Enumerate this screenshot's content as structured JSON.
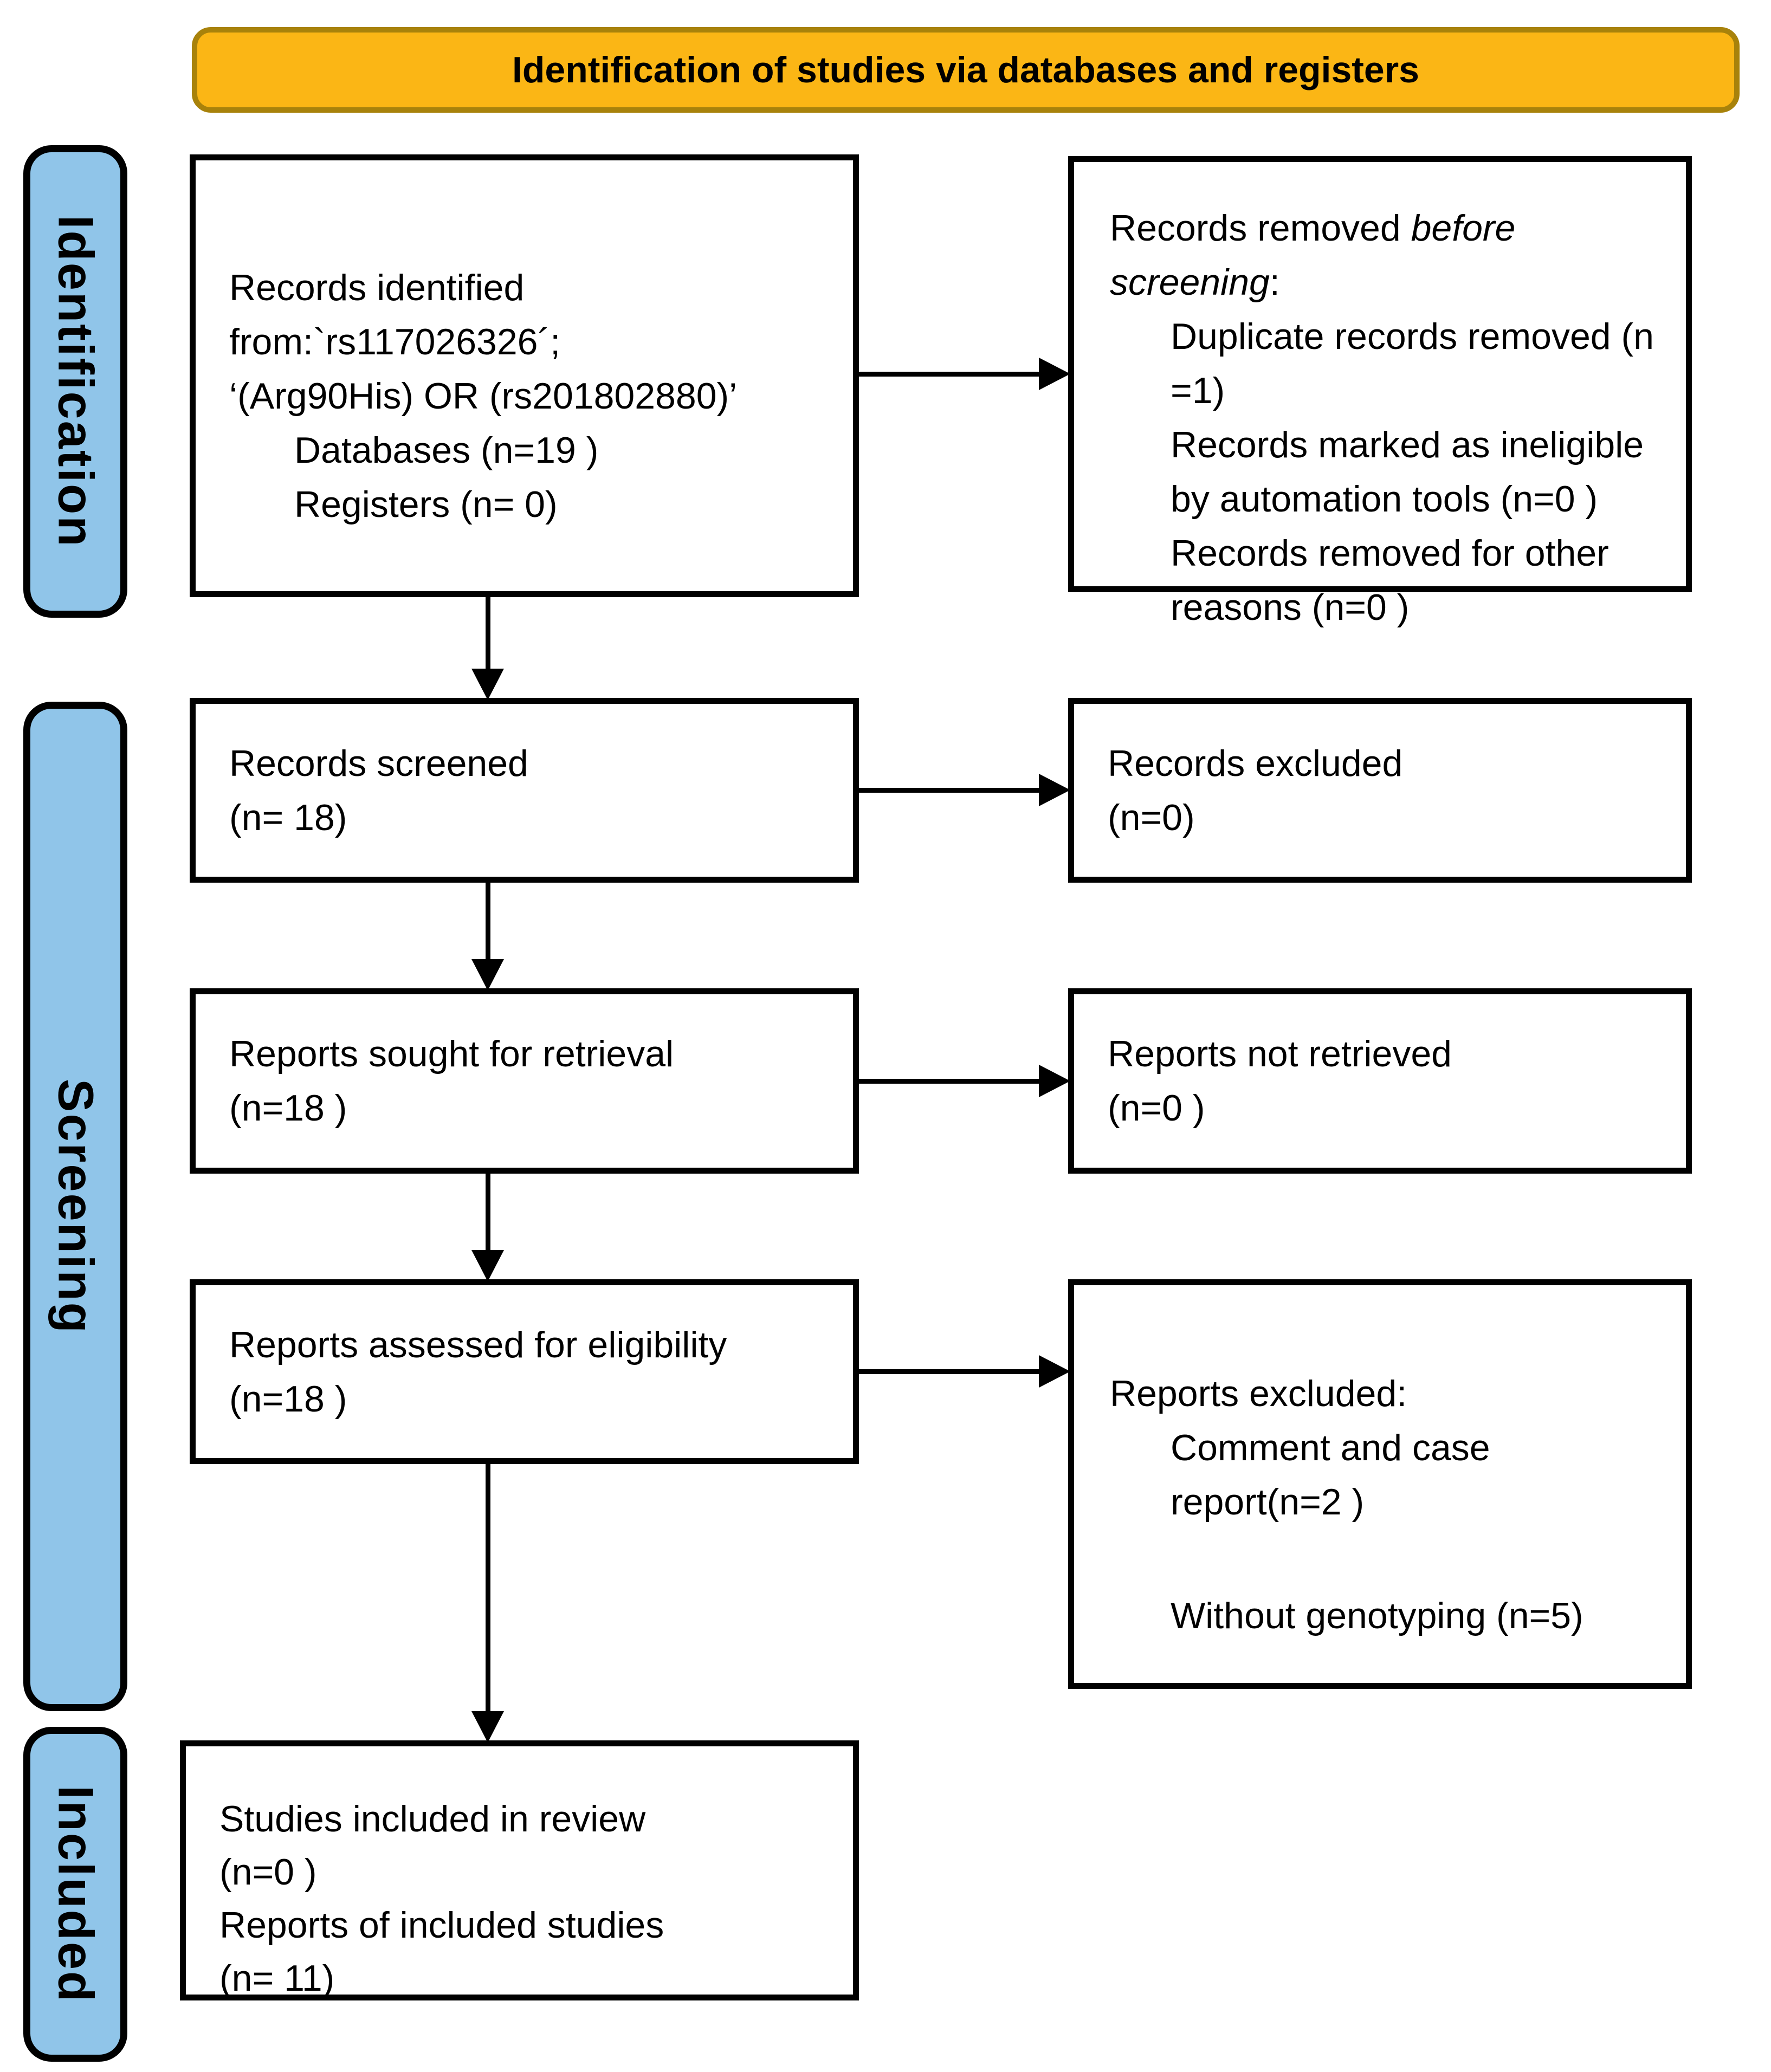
{
  "banner": {
    "title": "Identification of studies via databases and registers"
  },
  "sidebar": {
    "identification": "Identification",
    "screening": "Screening",
    "included": "Included"
  },
  "boxes": {
    "records_identified": {
      "lines": [
        "Records identified",
        "from:`rs117026326´;",
        "‘(Arg90His) OR (rs201802880)’"
      ],
      "indented_lines": [
        "Databases (n=19 )",
        "Registers (n= 0)"
      ]
    },
    "records_removed": {
      "prefix": "Records removed ",
      "italic": "before screening",
      "suffix": ":",
      "items": [
        "Duplicate records removed (n =1)",
        "Records marked as ineligible by automation tools (n=0 )",
        "Records removed for other reasons (n=0 )"
      ]
    },
    "records_screened": {
      "lines": [
        "Records screened",
        "(n= 18)"
      ]
    },
    "records_excluded": {
      "lines": [
        "Records excluded",
        "(n=0)"
      ]
    },
    "reports_sought": {
      "lines": [
        "Reports sought for retrieval",
        "(n=18 )"
      ]
    },
    "reports_not_retrieved": {
      "lines": [
        "Reports not retrieved",
        "(n=0 )"
      ]
    },
    "reports_assessed": {
      "lines": [
        "Reports assessed for eligibility",
        "(n=18 )"
      ]
    },
    "reports_excluded": {
      "header": "Reports excluded:",
      "items": [
        "Comment and case report(n=2 )",
        "Without genotyping (n=5)"
      ]
    },
    "studies_included": {
      "lines": [
        "Studies included in review",
        "(n=0 )",
        "Reports of included studies",
        "(n= 11)"
      ]
    }
  },
  "colors": {
    "banner_fill": "#FBB615",
    "banner_border": "#A8820B",
    "sidebar_fill": "#90C5E9",
    "box_background": "#FFFFFF",
    "line_color": "#000000"
  }
}
